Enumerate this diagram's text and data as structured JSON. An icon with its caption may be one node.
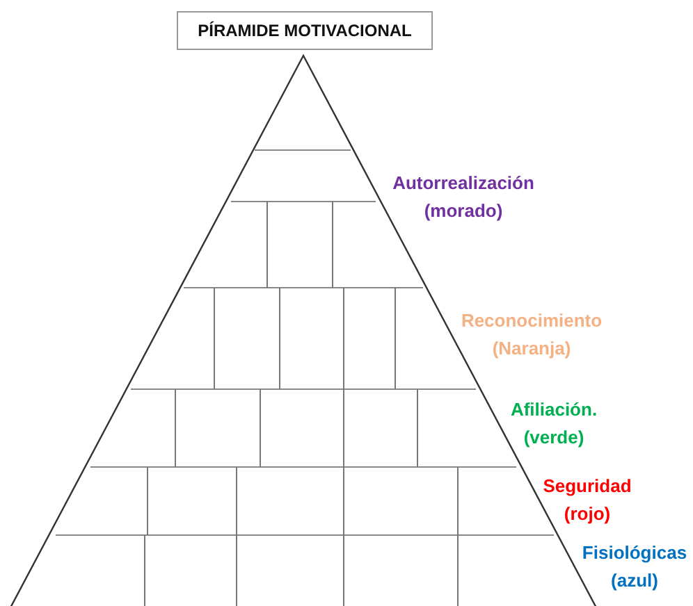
{
  "diagram": {
    "title": "PÍRAMIDE MOTIVACIONAL",
    "labels": [
      "Autorrealización (morado)",
      "Reconocimiento (Naranja)",
      "Afiliación. (verde)",
      "Seguridad (rojo)",
      "Fisiológicas (azul)"
    ]
  }
}
